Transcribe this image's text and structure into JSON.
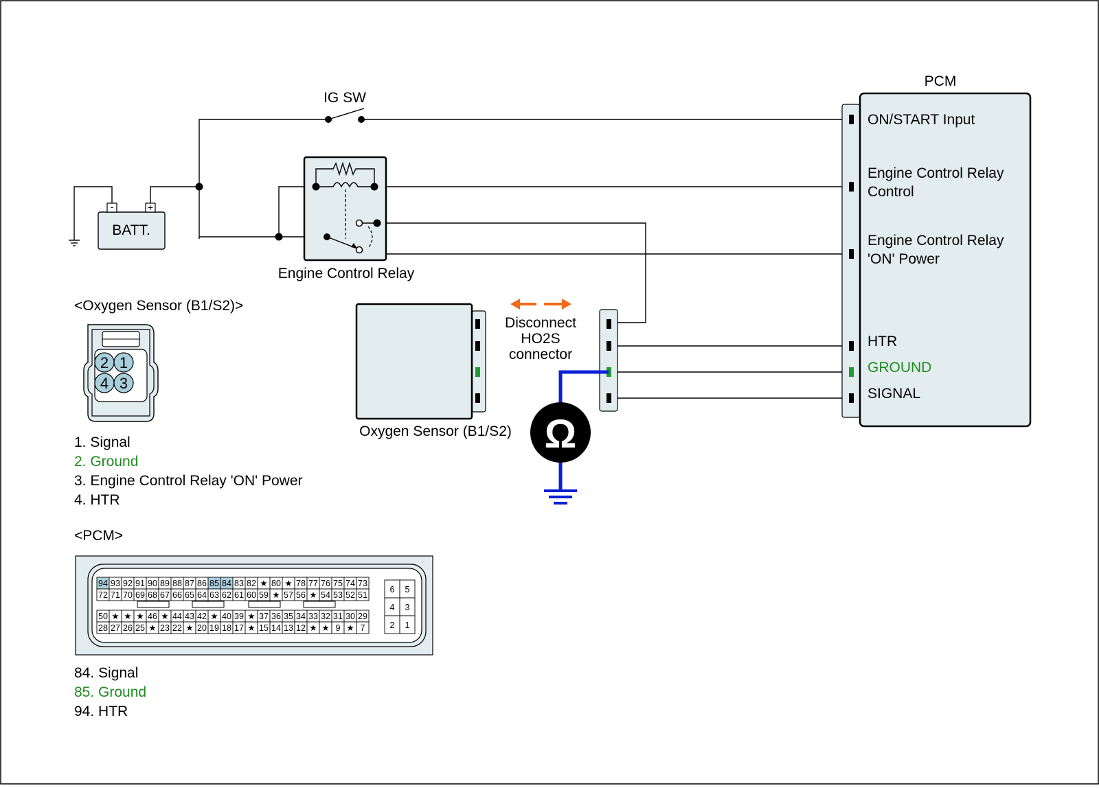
{
  "labels": {
    "ig_sw": "IG SW",
    "batt": "BATT.",
    "batt_minus": "-",
    "batt_plus": "+",
    "relay": "Engine Control Relay",
    "pcm": "PCM",
    "o2_header": "<Oxygen Sensor (B1/S2)>",
    "o2_sensor": "Oxygen Sensor (B1/S2)",
    "disconnect": [
      "Disconnect",
      "HO2S",
      "connector"
    ],
    "ohm": "Ω",
    "pcm_header": "<PCM>"
  },
  "pcm_pins": [
    {
      "lines": [
        "ON/START Input"
      ],
      "color": "#000000"
    },
    {
      "lines": [
        "Engine Control Relay",
        "Control"
      ],
      "color": "#000000"
    },
    {
      "lines": [
        "Engine Control Relay",
        "'ON' Power"
      ],
      "color": "#000000"
    },
    {
      "lines": [
        "HTR"
      ],
      "color": "#000000"
    },
    {
      "lines": [
        "GROUND"
      ],
      "color": "#1f8a1f"
    },
    {
      "lines": [
        "SIGNAL"
      ],
      "color": "#000000"
    }
  ],
  "o2_connector_pins": [
    "2",
    "1",
    "4",
    "3"
  ],
  "o2_legend": [
    {
      "text": "1. Signal",
      "color": "#000000"
    },
    {
      "text": "2. Ground",
      "color": "#1f8a1f"
    },
    {
      "text": "3. Engine Control Relay 'ON' Power",
      "color": "#000000"
    },
    {
      "text": "4. HTR",
      "color": "#000000"
    }
  ],
  "pcm_connector": {
    "top_rows": [
      [
        "94",
        "93",
        "92",
        "91",
        "90",
        "89",
        "88",
        "87",
        "86",
        "85",
        "84",
        "83",
        "82",
        "★",
        "80",
        "★",
        "78",
        "77",
        "76",
        "75",
        "74",
        "73"
      ],
      [
        "72",
        "71",
        "70",
        "69",
        "68",
        "67",
        "66",
        "65",
        "64",
        "63",
        "62",
        "61",
        "60",
        "59",
        "★",
        "57",
        "56",
        "★",
        "54",
        "53",
        "52",
        "51"
      ]
    ],
    "bottom_rows": [
      [
        "50",
        "★",
        "★",
        "★",
        "46",
        "★",
        "44",
        "43",
        "42",
        "★",
        "40",
        "39",
        "★",
        "37",
        "36",
        "35",
        "34",
        "33",
        "32",
        "31",
        "30",
        "29"
      ],
      [
        "28",
        "27",
        "26",
        "25",
        "★",
        "23",
        "22",
        "★",
        "20",
        "19",
        "18",
        "17",
        "★",
        "15",
        "14",
        "13",
        "12",
        "★",
        "★",
        "9",
        "★",
        "7"
      ]
    ],
    "highlighted": [
      "94",
      "85",
      "84"
    ],
    "side_block": [
      [
        "6",
        "5"
      ],
      [
        "4",
        "3"
      ],
      [
        "2",
        "1"
      ]
    ]
  },
  "pcm_legend": [
    {
      "text": "84. Signal",
      "color": "#000000"
    },
    {
      "text": "85. Ground",
      "color": "#1f8a1f"
    },
    {
      "text": "94. HTR",
      "color": "#000000"
    }
  ],
  "colors": {
    "meter_wire": "#0a1fd6",
    "arrow": "#f26a1b",
    "ground_text": "#1f8a1f",
    "ground_pin": "#1f9a2f",
    "box_fill": "#e3ecee",
    "pin_highlight": "#a9cfdc"
  }
}
